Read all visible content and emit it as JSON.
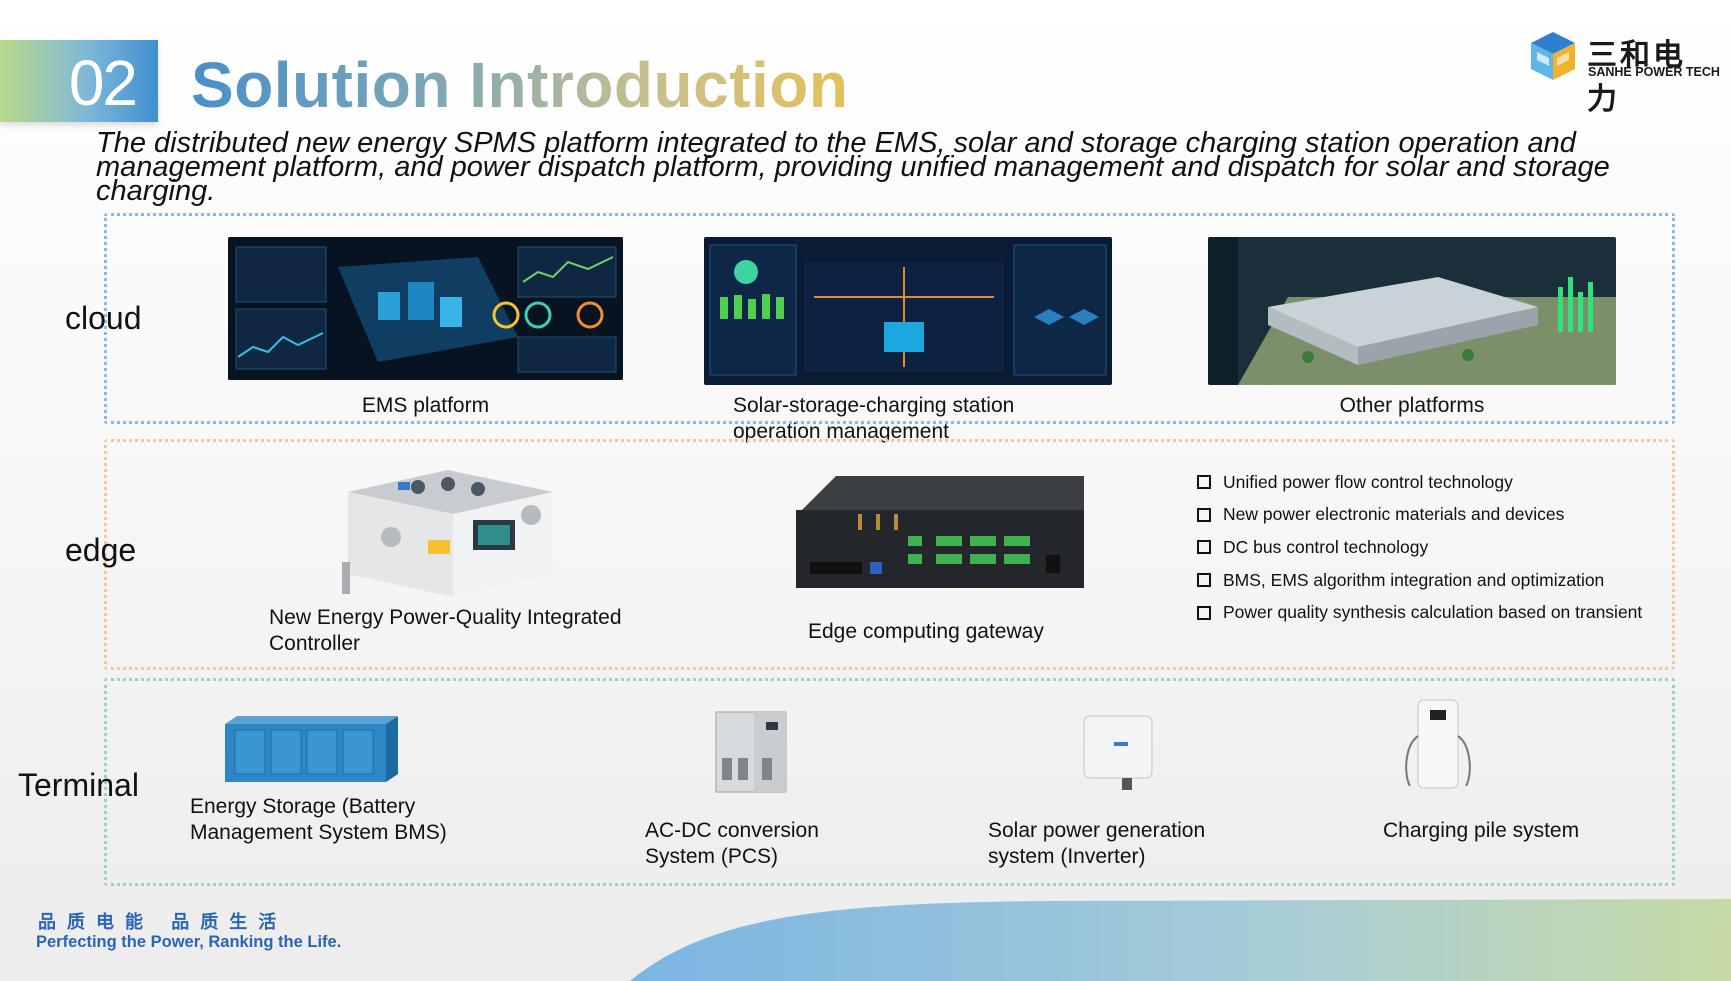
{
  "header": {
    "section_number": "02",
    "title": "Solution Introduction"
  },
  "logo": {
    "name_cn": "三和电力",
    "name_en": "SANHE POWER TECH"
  },
  "intro_text": "The distributed new energy SPMS platform integrated to the EMS, solar and storage charging station operation and management platform, and power dispatch platform, providing unified management and dispatch for solar and storage charging.",
  "tiers": {
    "cloud": {
      "label": "cloud",
      "items": [
        {
          "caption": "EMS platform"
        },
        {
          "caption": "Solar-storage-charging station operation management"
        },
        {
          "caption": "Other platforms"
        }
      ]
    },
    "edge": {
      "label": "edge",
      "items": [
        {
          "caption": "New Energy Power-Quality Integrated Controller"
        },
        {
          "caption": "Edge computing gateway"
        }
      ],
      "features": [
        "Unified power flow control technology",
        "New power electronic materials and devices",
        "DC bus control technology",
        "BMS, EMS algorithm integration and optimization",
        "Power quality synthesis calculation based on transient"
      ]
    },
    "terminal": {
      "label": "Terminal",
      "items": [
        {
          "caption": "Energy Storage (Battery Management System BMS)"
        },
        {
          "caption": "AC-DC conversion System (PCS)"
        },
        {
          "caption": "Solar power generation system (Inverter)"
        },
        {
          "caption": "Charging pile system"
        }
      ]
    }
  },
  "footer": {
    "slogan_cn": "品质电能  品质生活",
    "slogan_en": "Perfecting the Power, Ranking the Life."
  },
  "colors": {
    "cloud_border": "#8fb8df",
    "edge_border": "#f3c99a",
    "terminal_border": "#9bd2c4",
    "brand_blue": "#2a66b8"
  }
}
